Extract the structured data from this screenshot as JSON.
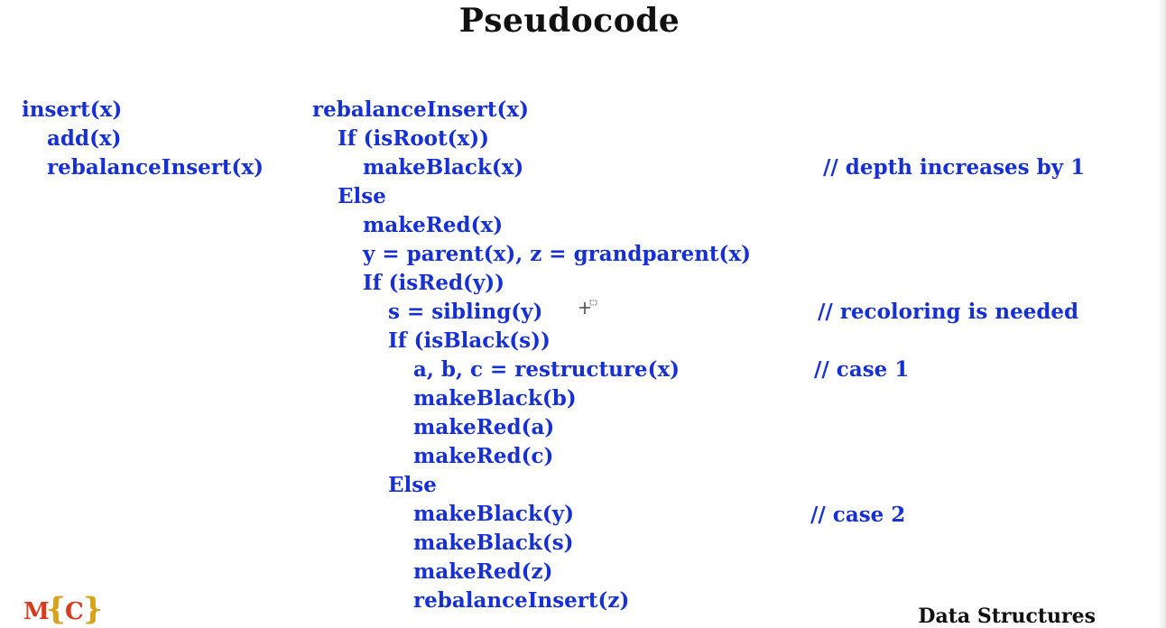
{
  "title": "Pseudocode",
  "left_code": [
    "insert(x)",
    "add(x)",
    "rebalanceInsert(x)"
  ],
  "right_code": [
    "rebalanceInsert(x)",
    "If (isRoot(x))",
    "makeBlack(x)",
    "Else",
    "makeRed(x)",
    "y = parent(x), z = grandparent(x)",
    "If (isRed(y))",
    "s = sibling(y)",
    "If (isBlack(s))",
    "a, b, c = restructure(x)",
    "makeBlack(b)",
    "makeRed(a)",
    "makeRed(c)",
    "Else",
    "makeBlack(y)",
    "makeBlack(s)",
    "makeRed(z)",
    "rebalanceInsert(z)"
  ],
  "comments": [
    "// depth increases by 1",
    "// recoloring is needed",
    "// case 1",
    "// case 2"
  ],
  "logo": {
    "m": "M",
    "open_brace": "{",
    "c": "C",
    "close_brace": "}"
  },
  "footer": "Data Structures",
  "colors": {
    "code": "#1630d6",
    "title": "#111111",
    "logo_letters": "#d93a1b",
    "logo_braces": "#d9a21b"
  }
}
